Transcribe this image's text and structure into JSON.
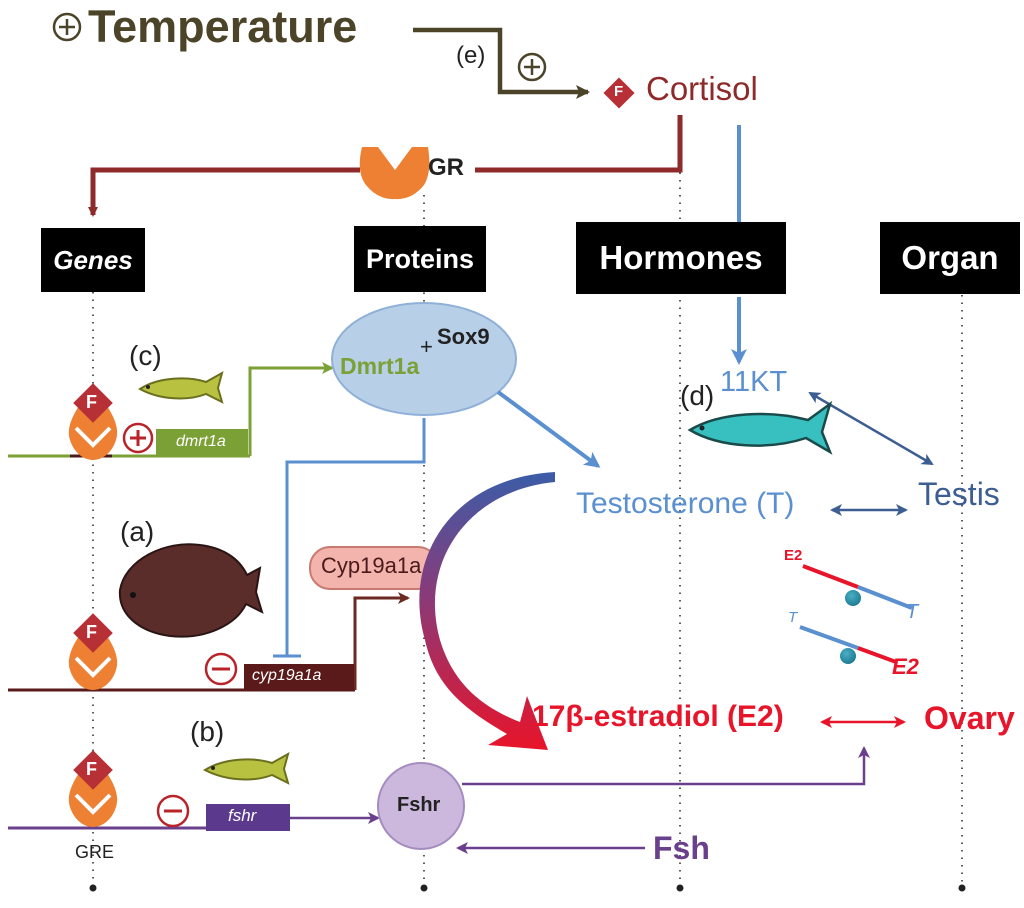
{
  "title": "Temperature",
  "title_sign": "+",
  "cortisol": {
    "label": "Cortisol",
    "badge": "F"
  },
  "pathway_e": {
    "label": "(e)",
    "sign": "+"
  },
  "receptor": {
    "label": "GR"
  },
  "columns": [
    "Genes",
    "Proteins",
    "Hormones",
    "Organ"
  ],
  "case_c": {
    "label": "(c)",
    "badge": "F",
    "sign": "+",
    "gene": "dmrt1a",
    "protein": "Dmrt1a",
    "partner_sign": "+",
    "partner": "Sox9"
  },
  "case_a": {
    "label": "(a)",
    "badge": "F",
    "sign": "−",
    "gene": "cyp19a1a",
    "protein": "Cyp19a1a"
  },
  "case_b": {
    "label": "(b)",
    "badge": "F",
    "sign": "−",
    "gene": "fshr",
    "protein": "Fshr",
    "element": "GRE"
  },
  "case_d": {
    "label": "(d)",
    "hormone": "11KT"
  },
  "hormones": {
    "testosterone": "Testosterone (T)",
    "estradiol": "17β-estradiol (E2)",
    "fsh": "Fsh"
  },
  "organs": {
    "testis": "Testis",
    "ovary": "Ovary"
  },
  "balance": {
    "top_left": "E2",
    "top_right": "T",
    "bottom_left": "T",
    "bottom_right": "E2"
  },
  "colors": {
    "dark_olive": "#4b4428",
    "maroon": "#8e2a2a",
    "blue": "#5a8fd0",
    "navy": "#3d5e92",
    "green": "#7ba035",
    "purple": "#6a3f8c",
    "red": "#e8142a",
    "orange": "#ee8033",
    "ellipse": "#b8cfe8",
    "pink": "#f2b4ac"
  },
  "icons": [
    "plus-circle-icon",
    "minus-circle-icon",
    "diamond-f-icon",
    "receptor-icon",
    "fish-icon",
    "flatfish-icon",
    "curved-arrow-icon",
    "seesaw-icon"
  ]
}
